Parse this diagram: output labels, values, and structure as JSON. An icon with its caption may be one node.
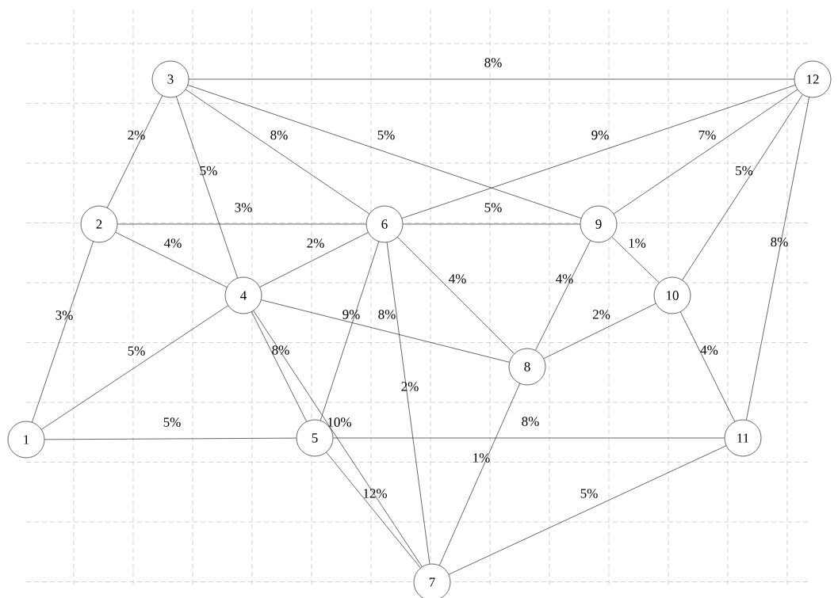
{
  "diagram": {
    "nodes": [
      {
        "text": [
          "1"
        ]
      },
      {
        "text": [
          "2"
        ]
      },
      {
        "text": [
          "3"
        ]
      },
      {
        "text": [
          "4"
        ]
      },
      {
        "text": [
          "5"
        ]
      },
      {
        "text": [
          "6"
        ]
      },
      {
        "text": [
          "7"
        ]
      },
      {
        "text": [
          "8"
        ]
      },
      {
        "text": [
          "9"
        ]
      },
      {
        "text": [
          "10"
        ]
      },
      {
        "text": [
          "11"
        ]
      },
      {
        "text": [
          "12"
        ]
      }
    ],
    "edges": [
      {
        "from": 2,
        "to": 11,
        "arrow": "none",
        "label": "8%"
      },
      {
        "from": 2,
        "to": 1,
        "arrow": "none",
        "label": "2%"
      },
      {
        "from": 2,
        "to": 3,
        "arrow": "none",
        "label": "5%"
      },
      {
        "from": 2,
        "to": 5,
        "arrow": "none",
        "label": "8%"
      },
      {
        "from": 2,
        "to": 8,
        "arrow": "none",
        "label": "5%"
      },
      {
        "from": 5,
        "to": 11,
        "arrow": "none",
        "label": "9%"
      },
      {
        "from": 8,
        "to": 11,
        "arrow": "none",
        "label": "7%"
      },
      {
        "from": 9,
        "to": 11,
        "arrow": "none",
        "label": "5%"
      },
      {
        "from": 10,
        "to": 11,
        "arrow": "none",
        "label": "8%"
      },
      {
        "from": 1,
        "to": 5,
        "arrow": "none",
        "label": "3%"
      },
      {
        "from": 5,
        "to": 8,
        "arrow": "none",
        "label": "5%"
      },
      {
        "from": 1,
        "to": 3,
        "arrow": "none",
        "label": "4%"
      },
      {
        "from": 3,
        "to": 5,
        "arrow": "none",
        "label": "2%"
      },
      {
        "from": 8,
        "to": 9,
        "arrow": "none",
        "label": "1%"
      },
      {
        "from": 5,
        "to": 7,
        "arrow": "none",
        "label": "4%"
      },
      {
        "from": 8,
        "to": 7,
        "arrow": "none",
        "label": "4%"
      },
      {
        "from": 0,
        "to": 1,
        "arrow": "none",
        "label": "3%"
      },
      {
        "from": 0,
        "to": 3,
        "arrow": "none",
        "label": "5%"
      },
      {
        "from": 7,
        "to": 9,
        "arrow": "none",
        "label": "2%"
      },
      {
        "from": 4,
        "to": 5,
        "arrow": "none",
        "label": "9%"
      },
      {
        "from": 3,
        "to": 7,
        "arrow": "none",
        "label": "8%"
      },
      {
        "from": 3,
        "to": 4,
        "arrow": "none",
        "label": "8%"
      },
      {
        "from": 9,
        "to": 10,
        "arrow": "none",
        "label": "4%"
      },
      {
        "from": 5,
        "to": 6,
        "arrow": "none",
        "label": "2%"
      },
      {
        "from": 3,
        "to": 6,
        "arrow": "none",
        "label": "10%"
      },
      {
        "from": 0,
        "to": 4,
        "arrow": "none",
        "label": "5%"
      },
      {
        "from": 4,
        "to": 10,
        "arrow": "none",
        "label": "8%"
      },
      {
        "from": 7,
        "to": 6,
        "arrow": "none",
        "label": "1%"
      },
      {
        "from": 4,
        "to": 6,
        "arrow": "none",
        "label": "12%"
      },
      {
        "from": 6,
        "to": 10,
        "arrow": "none",
        "label": "5%"
      }
    ]
  }
}
